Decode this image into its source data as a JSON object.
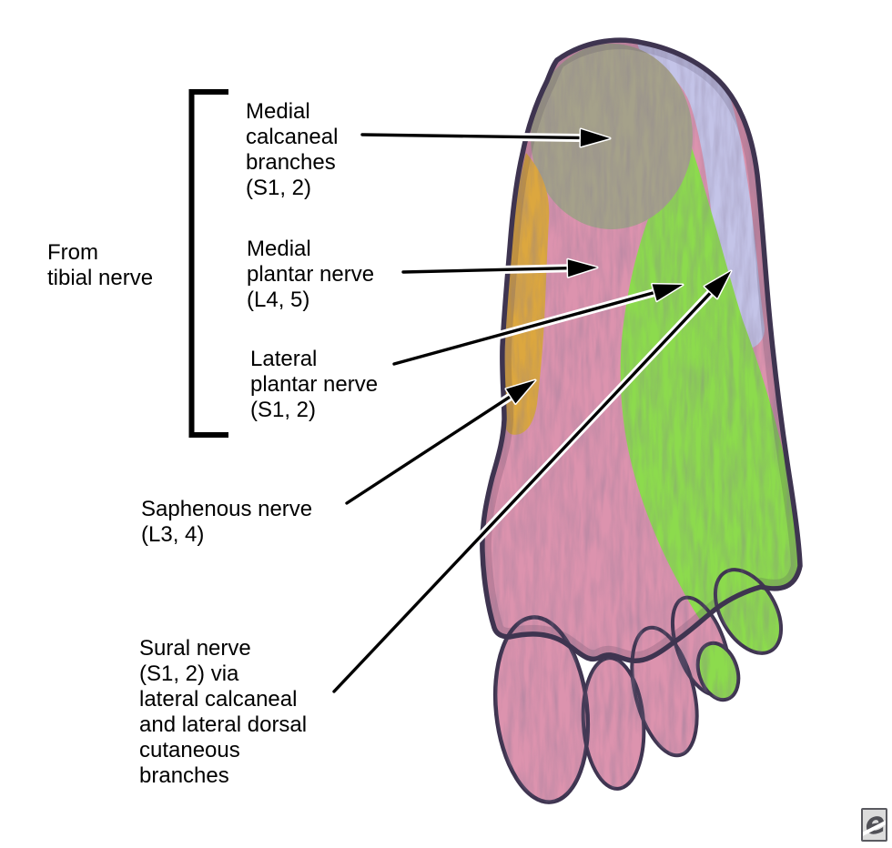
{
  "colors": {
    "background": "#ffffff",
    "outline": "#3e3450",
    "arrow": "#000000",
    "text": "#000000",
    "logo_box": "#dcdcdc",
    "logo_glyph": "#505056"
  },
  "bracket": {
    "label": "From\ntibial nerve"
  },
  "nerves": {
    "medial_calcaneal": {
      "label": "Medial\ncalcaneal\nbranches\n(S1, 2)",
      "color": "#a5a18a"
    },
    "medial_plantar": {
      "label": "Medial\nplantar nerve\n(L4, 5)",
      "color": "#dc93ae"
    },
    "lateral_plantar": {
      "label": "Lateral\nplantar nerve\n(S1, 2)",
      "color": "#8cdb4d"
    },
    "saphenous": {
      "label": "Saphenous nerve\n(L3, 4)",
      "color": "#dca73f"
    },
    "sural": {
      "label": "Sural nerve\n(S1, 2) via\nlateral calcaneal\nand lateral dorsal\ncutaneous\nbranches",
      "color": "#c4c4e8"
    }
  },
  "logo": {
    "glyph": "e"
  }
}
